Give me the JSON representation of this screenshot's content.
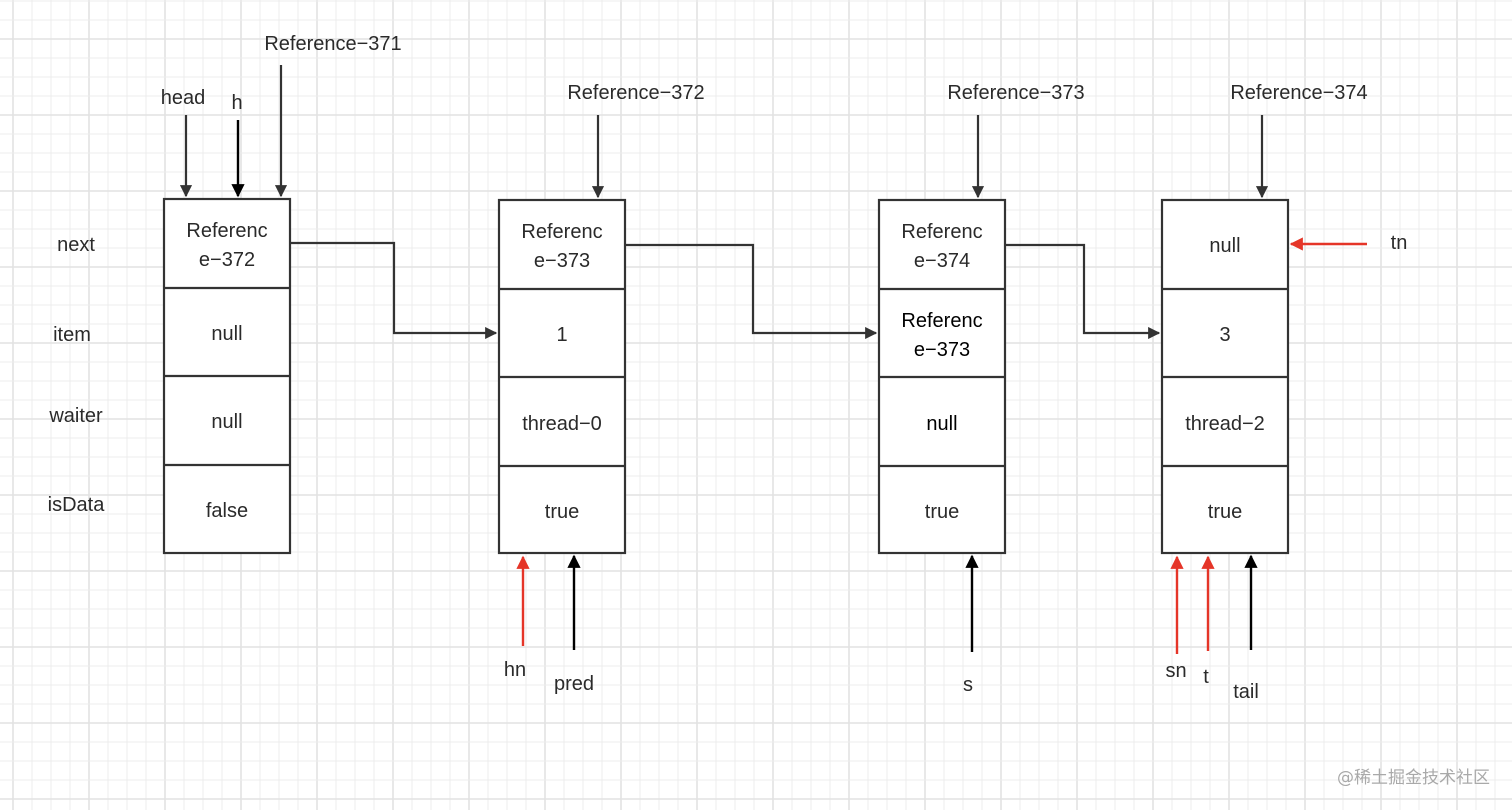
{
  "diagram": {
    "colors": {
      "line": "#333333",
      "pointer_black": "#000000",
      "pointer_red": "#e53528",
      "grid_minor": "#ececec",
      "grid_major": "#e2e2e2",
      "watermark": "#a9a9a9"
    },
    "row_labels": [
      "next",
      "item",
      "waiter",
      "isData"
    ],
    "nodes": [
      {
        "id": "node-1",
        "reference_label": "Reference−371",
        "cells": [
          {
            "line1": "Referenc",
            "line2": "e−372"
          },
          {
            "line1": "null"
          },
          {
            "line1": "null"
          },
          {
            "line1": "false"
          }
        ]
      },
      {
        "id": "node-2",
        "reference_label": "Reference−372",
        "cells": [
          {
            "line1": "Referenc",
            "line2": "e−373"
          },
          {
            "line1": "1"
          },
          {
            "line1": "thread−0"
          },
          {
            "line1": "true"
          }
        ]
      },
      {
        "id": "node-3",
        "reference_label": "Reference−373",
        "cells": [
          {
            "line1": "Referenc",
            "line2": "e−374"
          },
          {
            "line1": "Referenc",
            "line2": "e−373",
            "emphasis": true
          },
          {
            "line1": "null",
            "emphasis": true
          },
          {
            "line1": "true"
          }
        ]
      },
      {
        "id": "node-4",
        "reference_label": "Reference−374",
        "cells": [
          {
            "line1": "null"
          },
          {
            "line1": "3"
          },
          {
            "line1": "thread−2"
          },
          {
            "line1": "true"
          }
        ]
      }
    ],
    "pointers": [
      {
        "name": "head",
        "target": "node-1",
        "side": "top",
        "color": "line"
      },
      {
        "name": "h",
        "target": "node-1",
        "side": "top",
        "color": "pointer_black"
      },
      {
        "name": "hn",
        "target": "node-2",
        "side": "bottom",
        "color": "pointer_red"
      },
      {
        "name": "pred",
        "target": "node-2",
        "side": "bottom",
        "color": "pointer_black"
      },
      {
        "name": "s",
        "target": "node-3",
        "side": "bottom",
        "color": "pointer_black"
      },
      {
        "name": "tn",
        "target": "node-4",
        "side": "right",
        "color": "pointer_red"
      },
      {
        "name": "sn",
        "target": "node-4",
        "side": "bottom",
        "color": "pointer_red"
      },
      {
        "name": "t",
        "target": "node-4",
        "side": "bottom",
        "color": "pointer_red"
      },
      {
        "name": "tail",
        "target": "node-4",
        "side": "bottom",
        "color": "pointer_black"
      }
    ],
    "links": [
      {
        "from": "node-1",
        "from_field": "next",
        "to": "node-2",
        "to_field": "item"
      },
      {
        "from": "node-2",
        "from_field": "next",
        "to": "node-3",
        "to_field": "item"
      },
      {
        "from": "node-3",
        "from_field": "next",
        "to": "node-4",
        "to_field": "item"
      }
    ],
    "watermark": "@稀土掘金技术社区"
  }
}
